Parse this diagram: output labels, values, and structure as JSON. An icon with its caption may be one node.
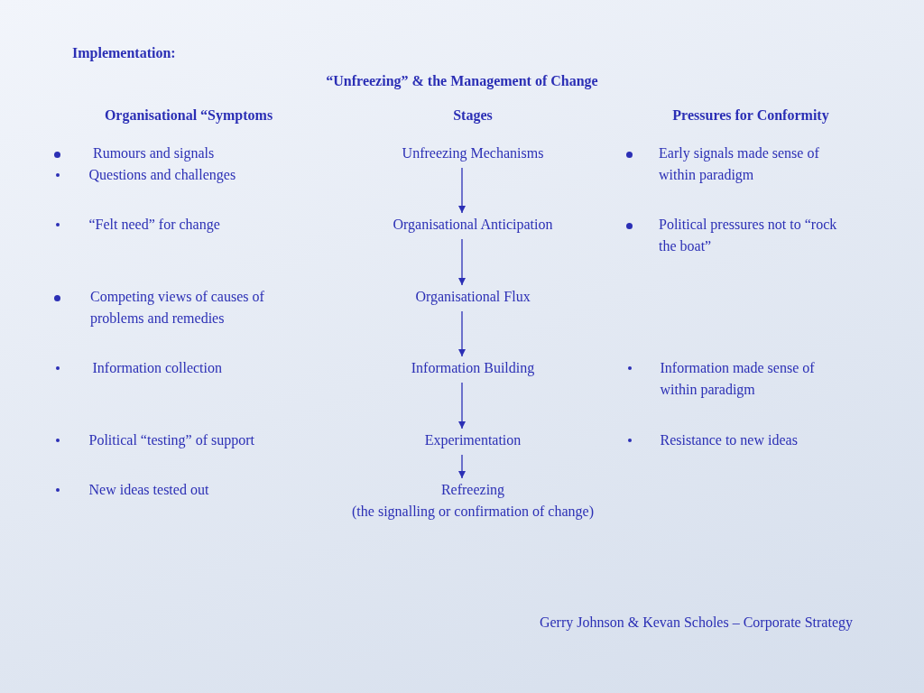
{
  "diagram": {
    "title": "“Unfreezing” & the Management of Change",
    "caption": "Gerry Johnson & Kevan Scholes – Corporate Strategy",
    "nodes": [
      {
        "text": [
          "Unfreezing Mechanisms"
        ]
      },
      {
        "text": [
          "Organisational Anticipation"
        ]
      },
      {
        "text": [
          "Organisational Flux"
        ]
      },
      {
        "text": [
          "Information Building"
        ]
      },
      {
        "text": [
          "Experimentation"
        ]
      },
      {
        "text": [
          "Refreezing",
          "(the signalling or confirmation of change)"
        ]
      }
    ],
    "edges": [
      {
        "from": 0,
        "to": 1,
        "arrow": "to"
      },
      {
        "from": 1,
        "to": 2,
        "arrow": "to"
      },
      {
        "from": 2,
        "to": 3,
        "arrow": "to"
      },
      {
        "from": 3,
        "to": 4,
        "arrow": "to"
      },
      {
        "from": 4,
        "to": 5,
        "arrow": "to"
      }
    ],
    "labels": [
      "Implementation:",
      "Organisational “Symptoms",
      "Stages",
      "Pressures for Conformity",
      "Rumours and signals",
      "Questions and challenges",
      "“Felt need” for change",
      "Competing views of causes of problems and remedies",
      "Information collection",
      "Political “testing” of support",
      "New ideas tested out",
      "Early signals made sense of within paradigm",
      "Political pressures not to “rock the boat”",
      "Information made sense of within paradigm",
      "Resistance to new ideas"
    ]
  }
}
